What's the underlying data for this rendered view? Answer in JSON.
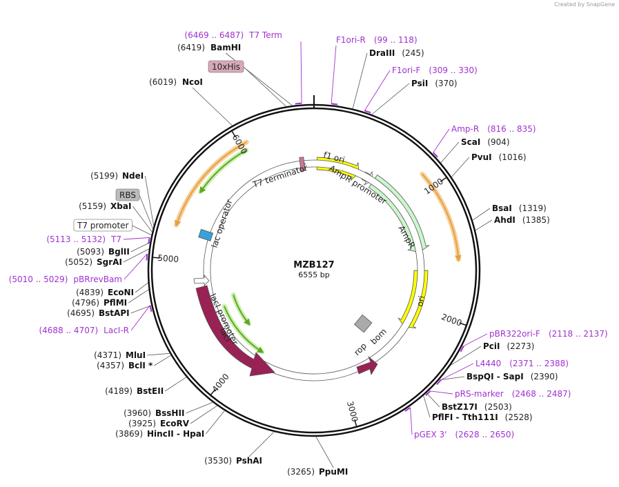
{
  "credit": "Created by SnapGene",
  "plasmid": {
    "name": "MZB127",
    "size_label": "6555 bp",
    "length": 6555
  },
  "map_style": {
    "backbone": "#111111",
    "leader": "#555555",
    "primer": "#a030d0"
  },
  "sites": [
    {
      "name": "BamHI",
      "pos_label": "(6419)",
      "pos": 6419
    },
    {
      "name": "NcoI",
      "pos_label": "(6019)",
      "pos": 6019
    },
    {
      "name": "DraIII",
      "pos_label": "(245)",
      "pos": 245
    },
    {
      "name": "PsiI",
      "pos_label": "(370)",
      "pos": 370
    },
    {
      "name": "ScaI",
      "pos_label": "(904)",
      "pos": 904
    },
    {
      "name": "PvuI",
      "pos_label": "(1016)",
      "pos": 1016
    },
    {
      "name": "BsaI",
      "pos_label": "(1319)",
      "pos": 1319
    },
    {
      "name": "AhdI",
      "pos_label": "(1385)",
      "pos": 1385
    },
    {
      "name": "PciI",
      "pos_label": "(2273)",
      "pos": 2273
    },
    {
      "name": "BspQI - SapI",
      "pos_label": "(2390)",
      "pos": 2390
    },
    {
      "name": "BstZ17I",
      "pos_label": "(2503)",
      "pos": 2503
    },
    {
      "name": "PflFI - Tth111I",
      "pos_label": "(2528)",
      "pos": 2528
    },
    {
      "name": "PpuMI",
      "pos_label": "(3265)",
      "pos": 3265
    },
    {
      "name": "PshAI",
      "pos_label": "(3530)",
      "pos": 3530
    },
    {
      "name": "HincII - HpaI",
      "pos_label": "(3869)",
      "pos": 3869
    },
    {
      "name": "EcoRV",
      "pos_label": "(3925)",
      "pos": 3925
    },
    {
      "name": "BssHII",
      "pos_label": "(3960)",
      "pos": 3960
    },
    {
      "name": "BstEII",
      "pos_label": "(4189)",
      "pos": 4189
    },
    {
      "name": "BclI *",
      "pos_label": "(4357)",
      "pos": 4357
    },
    {
      "name": "MluI",
      "pos_label": "(4371)",
      "pos": 4371
    },
    {
      "name": "BstAPI",
      "pos_label": "(4695)",
      "pos": 4695
    },
    {
      "name": "PflMI",
      "pos_label": "(4796)",
      "pos": 4796
    },
    {
      "name": "EcoNI",
      "pos_label": "(4839)",
      "pos": 4839
    },
    {
      "name": "SgrAI",
      "pos_label": "(5052)",
      "pos": 5052
    },
    {
      "name": "BglII",
      "pos_label": "(5093)",
      "pos": 5093
    },
    {
      "name": "XbaI",
      "pos_label": "(5159)",
      "pos": 5159
    },
    {
      "name": "NdeI",
      "pos_label": "(5199)",
      "pos": 5199
    }
  ],
  "primers": [
    {
      "name": "T7 Term",
      "range_label": "(6469 .. 6487)",
      "pos": 6478
    },
    {
      "name": "F1ori-R",
      "range_label": "(99 .. 118)",
      "pos": 108
    },
    {
      "name": "F1ori-F",
      "range_label": "(309 .. 330)",
      "pos": 320
    },
    {
      "name": "Amp-R",
      "range_label": "(816 .. 835)",
      "pos": 825
    },
    {
      "name": "pBR322ori-F",
      "range_label": "(2118 .. 2137)",
      "pos": 2127
    },
    {
      "name": "L4440",
      "range_label": "(2371 .. 2388)",
      "pos": 2380
    },
    {
      "name": "pRS-marker",
      "range_label": "(2468 .. 2487)",
      "pos": 2477
    },
    {
      "name": "pGEX 3'",
      "range_label": "(2628 .. 2650)",
      "pos": 2639
    },
    {
      "name": "T7",
      "range_label": "(5113 .. 5132)",
      "pos": 5122
    },
    {
      "name": "pBRrevBam",
      "range_label": "(5010 .. 5029)",
      "pos": 5019
    },
    {
      "name": "LacI-R",
      "range_label": "(4688 .. 4707)",
      "pos": 4697
    }
  ],
  "boxed_features": [
    {
      "name": "10xHis",
      "pos": 6380,
      "fill": "#d8a8b8"
    },
    {
      "name": "RBS",
      "pos": 5180,
      "fill": "#bbbbbb"
    },
    {
      "name": "T7 promoter",
      "pos": 5140,
      "fill": "#ffffff"
    }
  ],
  "ticks": [
    "1000",
    "2000",
    "3000",
    "4000",
    "5000",
    "6000"
  ],
  "inner_features": [
    {
      "name": "f1 ori",
      "start": 13,
      "end": 468,
      "color": "#ffff00"
    },
    {
      "name": "AmpR promoter",
      "start": 500,
      "end": 604,
      "color": "#ffffff"
    },
    {
      "name": "AmpR",
      "start": 605,
      "end": 1465,
      "color": "#ccf5cc"
    },
    {
      "name": "ori",
      "start": 1636,
      "end": 2224,
      "color": "#ffff00"
    },
    {
      "name": "bom",
      "start": 2410,
      "end": 2550,
      "color": "#aaaaaa"
    },
    {
      "name": "rop",
      "start": 2660,
      "end": 2850,
      "color": "#992255"
    },
    {
      "name": "lacI promoter",
      "start": 3500,
      "end": 3580,
      "color": "#ffffff"
    },
    {
      "name": "lacI",
      "start": 3500,
      "end": 3580,
      "color": "#992255"
    },
    {
      "name": "lac operator",
      "start": 5230,
      "end": 5260,
      "color": "#3aa0d8"
    },
    {
      "name": "T7 terminator",
      "start": 6420,
      "end": 6468,
      "color": "#cc7799"
    }
  ],
  "arcs": [
    {
      "kind": "orange",
      "start": 6050,
      "end": 5250,
      "dir": "ccw"
    },
    {
      "kind": "green",
      "start": 6020,
      "end": 5550,
      "dir": "ccw"
    },
    {
      "kind": "orange",
      "start": 880,
      "end": 1560,
      "dir": "cw"
    },
    {
      "kind": "green",
      "start": 4610,
      "end": 4200,
      "dir": "ccw"
    },
    {
      "kind": "green",
      "start": 4520,
      "end": 3870,
      "dir": "ccw"
    }
  ],
  "misc_labels": {
    "t7_terminator": "T7 terminator",
    "lac_operator": "lac operator"
  }
}
